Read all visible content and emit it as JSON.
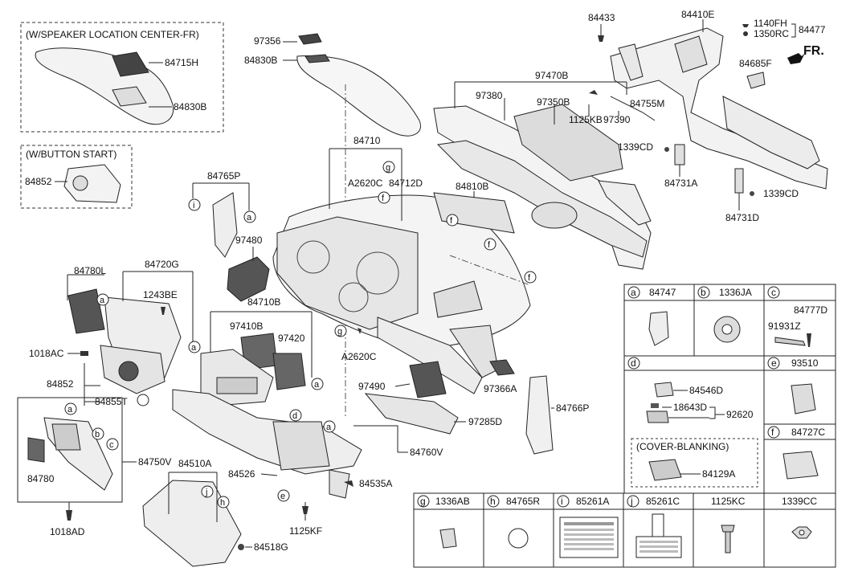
{
  "insets": {
    "speaker_title": "(W/SPEAKER LOCATION CENTER-FR)",
    "speaker_parts": [
      "84715H",
      "84830B"
    ],
    "button_title": "(W/BUTTON START)",
    "button_parts": [
      "84852"
    ]
  },
  "direction_label": "FR.",
  "callouts": [
    "a",
    "b",
    "c",
    "d",
    "e",
    "f",
    "g",
    "h",
    "i",
    "j"
  ],
  "main_labels": {
    "l97356": "97356",
    "l84830B": "84830B",
    "l84433": "84433",
    "l84410E": "84410E",
    "l1140FH": "1140FH",
    "l1350RC": "1350RC",
    "l84477": "84477",
    "l97470B": "97470B",
    "l84685F": "84685F",
    "l97380": "97380",
    "l97350B": "97350B",
    "l84755M": "84755M",
    "l1125KB": "1125KB",
    "l97390": "97390",
    "l84710": "84710",
    "l1339CD_a": "1339CD",
    "l1339CD_b": "1339CD",
    "l84731A": "84731A",
    "l84731D": "84731D",
    "lA2620C_a": "A2620C",
    "l84712D": "84712D",
    "l84765P": "84765P",
    "l84810B": "84810B",
    "l97480": "97480",
    "l84780L": "84780L",
    "l84720G": "84720G",
    "l1243BE": "1243BE",
    "l84710B": "84710B",
    "l97410B": "97410B",
    "l97420": "97420",
    "l1018AC": "1018AC",
    "lA2620C_b": "A2620C",
    "l84852": "84852",
    "l84855T": "84855T",
    "l97490": "97490",
    "l97366A": "97366A",
    "l84766P": "84766P",
    "l97285D": "97285D",
    "l84760V": "84760V",
    "l84750V": "84750V",
    "l84780": "84780",
    "l84510A": "84510A",
    "l84526": "84526",
    "l84535A": "84535A",
    "l1125KF": "1125KF",
    "l1018AD": "1018AD",
    "l84518G": "84518G"
  },
  "legend": {
    "a": {
      "letter": "a",
      "parts": [
        "84747"
      ]
    },
    "b": {
      "letter": "b",
      "parts": [
        "1336JA"
      ]
    },
    "c": {
      "letter": "c",
      "parts": [
        "84777D",
        "91931Z"
      ]
    },
    "d": {
      "letter": "d",
      "parts": [
        "84546D",
        "18643D",
        "92620"
      ],
      "sub_title": "(COVER-BLANKING)",
      "sub_part": "84129A"
    },
    "e": {
      "letter": "e",
      "parts": [
        "93510"
      ]
    },
    "f": {
      "letter": "f",
      "parts": [
        "84727C"
      ]
    },
    "g": {
      "letter": "g",
      "parts": [
        "1336AB"
      ]
    },
    "h": {
      "letter": "h",
      "parts": [
        "84765R"
      ]
    },
    "i": {
      "letter": "i",
      "parts": [
        "85261A"
      ]
    },
    "j": {
      "letter": "j",
      "parts": [
        "85261C"
      ]
    },
    "k": {
      "parts": [
        "1125KC"
      ]
    },
    "l": {
      "parts": [
        "1339CC"
      ]
    }
  }
}
